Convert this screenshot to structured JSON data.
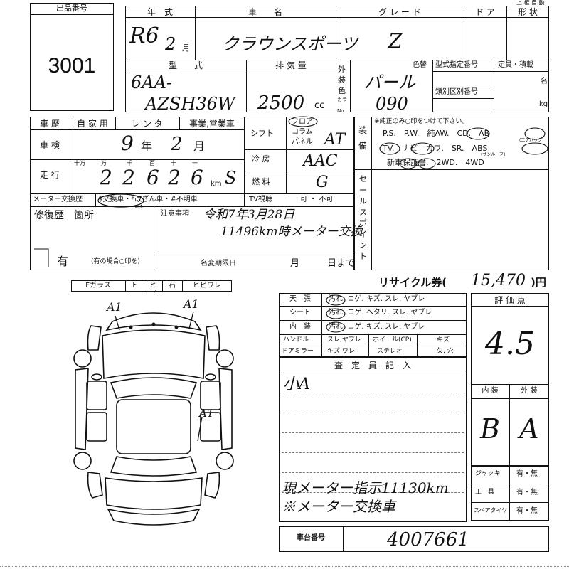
{
  "lot": {
    "label": "出品番号",
    "number": "3001"
  },
  "top_header": {
    "year_label": "年　式",
    "name_label": "車　　名",
    "grade_label": "グ レ ー ド",
    "door_label": "ド ア",
    "shape_label": "形 状",
    "truncated_top": "上 権 自 動"
  },
  "vehicle": {
    "year": "R6",
    "month": "2",
    "month_unit": "月",
    "name": "クラウンスポーツ",
    "grade": "Z",
    "model_label": "型　　式",
    "model_prefix": "6AA-",
    "model_code": "AZSH36W",
    "displacement_label": "排 気 量",
    "displacement": "2500",
    "displacement_unit": "cc",
    "exterior_label": "外装色",
    "color_code_label": "カラーNo.",
    "color": "パール",
    "color_code": "090",
    "repaint_label": "色替",
    "type_spec_label": "型式指定番号",
    "category_label": "類別区別番号",
    "capacity_label": "定員・積載",
    "person_unit": "名",
    "kg_unit": "kg"
  },
  "history": {
    "label": "車 歴",
    "options": [
      "自 家 用",
      "レ ン タ",
      "事業,営業車"
    ],
    "inspection_label": "車 検",
    "inspection_year": "9",
    "year_unit": "年",
    "inspection_month": "2",
    "month_unit": "月",
    "mileage_label": "走 行",
    "mileage_digit_labels": [
      "十万",
      "万",
      "千",
      "百",
      "十",
      "一"
    ],
    "mileage_digits": [
      "",
      "2",
      "2",
      "6",
      "2",
      "6"
    ],
    "km_unit": "km",
    "mileage_mark": "S",
    "meter_label": "メーター交換歴",
    "meter_options": "$交換車・*改ざん車・#不明車"
  },
  "drive": {
    "shift_label": "シフト",
    "shift_options": [
      "フロア",
      "コラム",
      "パネル"
    ],
    "transmission": "AT",
    "ac_label": "冷 房",
    "ac": "AAC",
    "fuel_label": "燃 料",
    "fuel": "G",
    "tv_label": "TV視聴",
    "tv_options": "可 ・ 不可"
  },
  "equipment": {
    "label": "装備",
    "note": "※純正のみ○印をつけて下さい。",
    "row1": "P.S.　P.W.　純AW.　CD.　AB",
    "row1_sub": "(エアバック)",
    "row2": "TV.　ナビ　カワ.　SR.　ABS",
    "row2_sub": "(サンルーフ)",
    "row3": "新車保証書.　2WD.　4WD",
    "sales_label": "セールスポイント"
  },
  "repair": {
    "label": "修復歴　箇所",
    "value": "有",
    "value_note": "(有の場合○印を)",
    "notes_label": "注意事項",
    "note_line1": "令和7年3月28日",
    "note_line2": "11496km時メーター交換",
    "deadline_label": "名変期限日",
    "month_label": "月",
    "day_label": "日まで"
  },
  "glass": {
    "label": "Fガラス",
    "items": [
      "ト",
      "ヒ",
      "石",
      "ヒビワレ"
    ]
  },
  "diagram_marks": [
    {
      "id": "front-left",
      "text": "A1"
    },
    {
      "id": "front-right",
      "text": "A1"
    },
    {
      "id": "side-right",
      "text": "A1"
    }
  ],
  "recycle": {
    "label": "リサイクル券(",
    "amount": "15,470",
    "unit": ")円"
  },
  "interior": {
    "rows": [
      {
        "label": "天　張",
        "options": "汚れ. コゲ. キズ. スレ. ヤブレ"
      },
      {
        "label": "シート",
        "options": "汚れ. コゲ. ヘタリ. スレ. ヤブレ"
      },
      {
        "label": "内　装",
        "options": "汚れ. コゲ. キズ. スレ. ヤブレ"
      }
    ],
    "handle_label": "ハンドル",
    "handle_options": [
      "スレ,ヤブレ",
      "ホイール(CP)",
      "キズ"
    ],
    "mirror_label": "ドアミラー",
    "mirror_options": [
      "キズ,ワレ",
      "ステレオ",
      "欠, 穴"
    ]
  },
  "inspector": {
    "label": "査　定　員　記　入",
    "comment": "小A",
    "line1": "現メーター指示11130km",
    "line2": "※メーター交換車"
  },
  "evaluation": {
    "label": "評 価 点",
    "score": "4.5",
    "interior_label": "内 装",
    "exterior_label": "外 装",
    "interior_grade": "B",
    "exterior_grade": "A"
  },
  "accessories": [
    {
      "label": "ジャッキ",
      "options": "有・無"
    },
    {
      "label": "工　具",
      "options": "有・無"
    },
    {
      "label": "スペアタイヤ",
      "options": "有・無"
    }
  ],
  "chassis": {
    "label": "車台番号",
    "number": "4007661"
  }
}
